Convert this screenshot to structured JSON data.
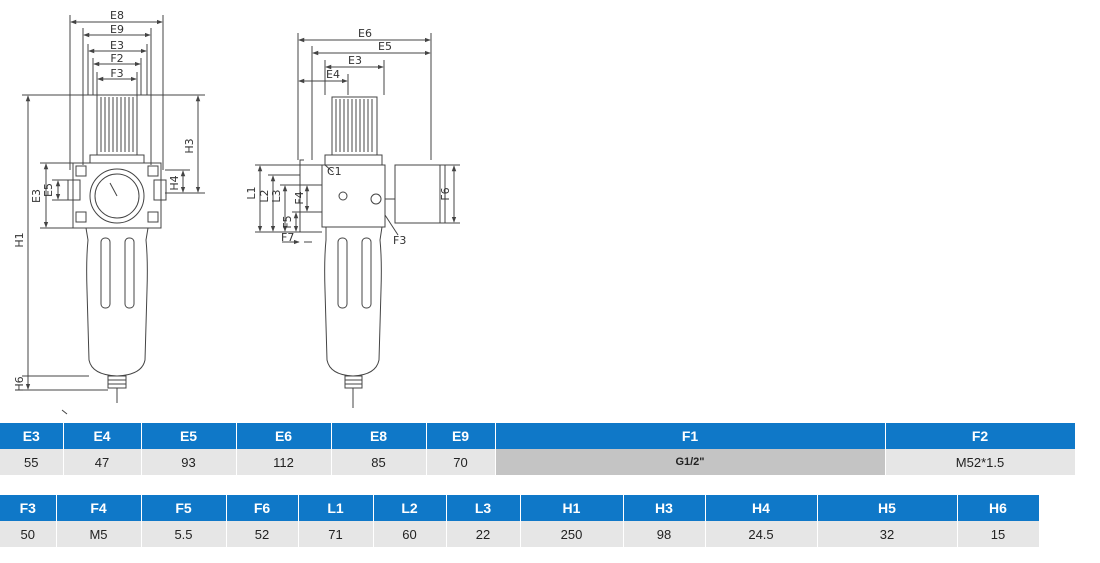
{
  "drawing": {
    "front_view": {
      "E8": "E8",
      "E9": "E9",
      "E3": "E3",
      "F2": "F2",
      "F3": "F3",
      "H3": "H3",
      "H4": "H4",
      "E3v": "E3",
      "E5v": "E5",
      "H1": "H1",
      "H6": "H6"
    },
    "side_view": {
      "E6": "E6",
      "E5": "E5",
      "E3": "E3",
      "E4": "E4",
      "C1": "C1",
      "L1": "L1",
      "L2": "L2",
      "L3": "L3",
      "F4": "F4",
      "F5": "F5",
      "F7": "F7",
      "F3": "F3",
      "F6": "F6"
    }
  },
  "table1": {
    "headers": [
      "E3",
      "E4",
      "E5",
      "E6",
      "E8",
      "E9",
      "F1",
      "F2"
    ],
    "values": [
      "55",
      "47",
      "93",
      "112",
      "85",
      "70",
      "G1/2\"",
      "M52*1.5"
    ]
  },
  "table2": {
    "headers": [
      "F3",
      "F4",
      "F5",
      "F6",
      "L1",
      "L2",
      "L3",
      "H1",
      "H3",
      "H4",
      "H5",
      "H6"
    ],
    "values": [
      "50",
      "M5",
      "5.5",
      "52",
      "71",
      "60",
      "22",
      "250",
      "98",
      "24.5",
      "32",
      "15"
    ]
  }
}
